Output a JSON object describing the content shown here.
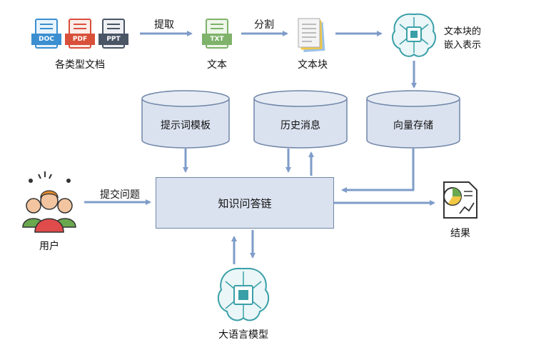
{
  "sources_label": "各类型文档",
  "doc_badges": [
    "DOC",
    "PDF",
    "PPT"
  ],
  "extract_label": "提取",
  "txt_badge": "TXT",
  "text_label": "文本",
  "split_label": "分割",
  "chunk_label": "文本块",
  "embedding_label_line1": "文本块的",
  "embedding_label_line2": "嵌入表示",
  "prompt_store": "提示词模板",
  "history_store": "历史消息",
  "vector_store": "向量存储",
  "submit_label": "提交问题",
  "user_label": "用户",
  "chain_label": "知识问答链",
  "result_label": "结果",
  "llm_label": "大语言模型",
  "colors": {
    "arrow": "#7f9cc9",
    "cylinder_fill": "#dbe2ef",
    "cylinder_stroke": "#6f86a8",
    "doc_blue": "#3b8fd0",
    "doc_red": "#d8503a",
    "doc_dark": "#4a5566",
    "txt_green": "#7fb26a",
    "brain_teal": "#3aa0a8"
  }
}
